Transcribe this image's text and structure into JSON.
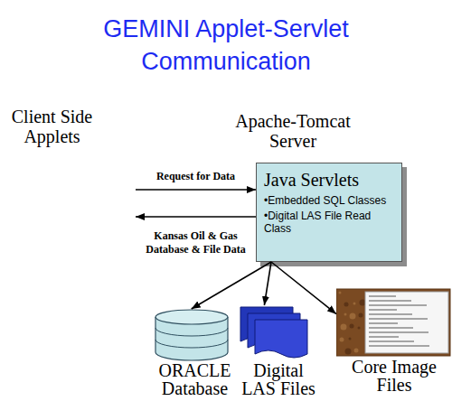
{
  "diagram": {
    "title": "GEMINI Applet-Servlet Communication",
    "nodes": [
      {
        "text": [
          "Client Side Applets"
        ]
      },
      {
        "text": [
          "Apache-Tomcat Server",
          "Java Servlets",
          "•Embedded SQL Classes",
          "•Digital LAS File Read Class"
        ]
      },
      {
        "text": [
          "ORACLE Database"
        ]
      },
      {
        "text": [
          "Digital LAS Files"
        ]
      },
      {
        "text": [
          "Core Image Files"
        ]
      }
    ],
    "edges": [
      {
        "from": 0,
        "to": 1,
        "arrow": "to",
        "label": "Request for Data"
      },
      {
        "from": 1,
        "to": 0,
        "arrow": "to",
        "label": "Kansas Oil & Gas Database & File Data"
      },
      {
        "from": 1,
        "to": 2,
        "arrow": "to"
      },
      {
        "from": 1,
        "to": 3,
        "arrow": "to"
      },
      {
        "from": 1,
        "to": 4,
        "arrow": "to"
      }
    ]
  }
}
